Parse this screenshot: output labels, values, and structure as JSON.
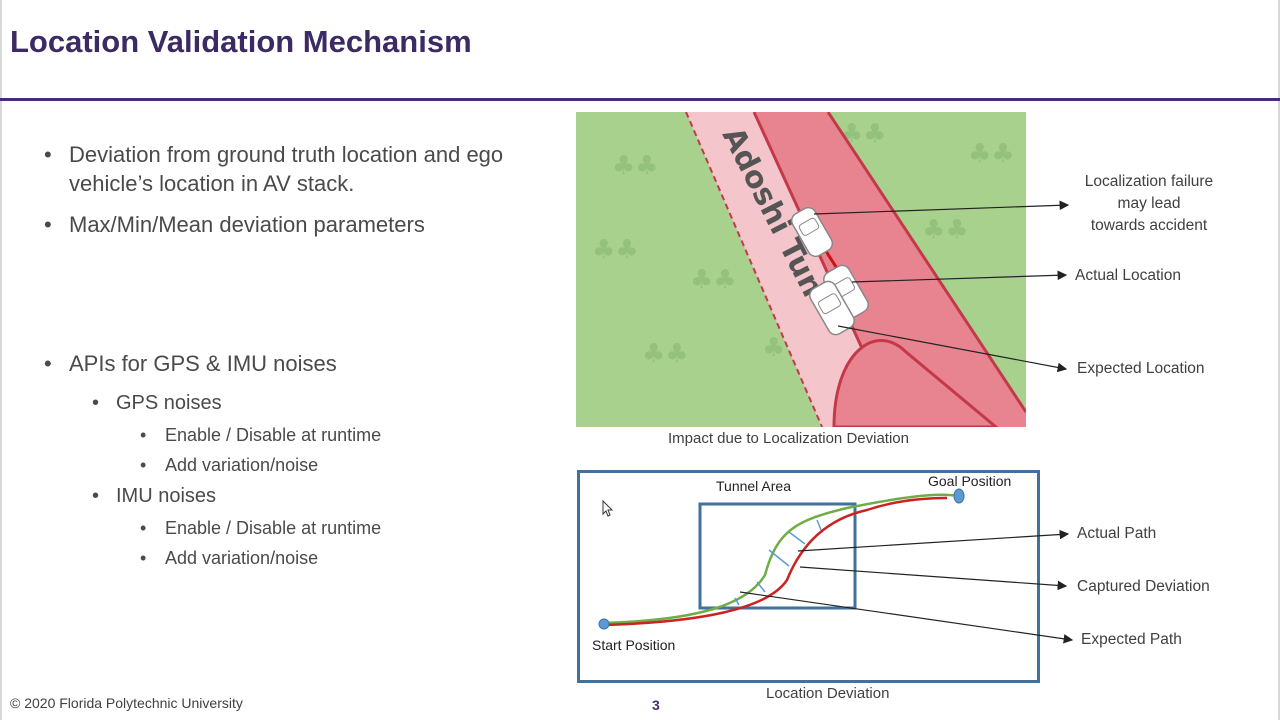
{
  "slide": {
    "title": "Location Validation Mechanism",
    "page_number": "3",
    "footer": "© 2020 Florida Polytechnic University"
  },
  "bullets": {
    "b1": "Deviation from ground truth location and ego vehicle’s location in AV stack.",
    "b2": "Max/Min/Mean deviation parameters",
    "b3": "APIs for GPS & IMU noises",
    "gps": "GPS noises",
    "gps_items": [
      "Enable / Disable at runtime",
      "Add variation/noise"
    ],
    "imu": "IMU noises",
    "imu_items": [
      "Enable / Disable at runtime",
      "Add variation/noise"
    ]
  },
  "figure1": {
    "caption": "Impact due to Localization Deviation",
    "road_name": "Adoshi Tun",
    "label_failure": [
      "Localization failure",
      "may lead",
      "towards accident"
    ],
    "label_actual": "Actual Location",
    "label_expected": "Expected Location"
  },
  "figure2": {
    "caption": "Location Deviation",
    "tunnel": "Tunnel Area",
    "goal": "Goal Position",
    "start": "Start Position",
    "label_actual_path": "Actual Path",
    "label_captured": "Captured Deviation",
    "label_expected_path": "Expected Path"
  },
  "colors": {
    "title": "#3b2a63",
    "rule": "#4b2a7b",
    "map_green": "#a9d18e",
    "road_pink": "#e8848f",
    "actual_path": "#cc2222",
    "expected_path": "#70ad47",
    "box_border": "#41719c"
  }
}
